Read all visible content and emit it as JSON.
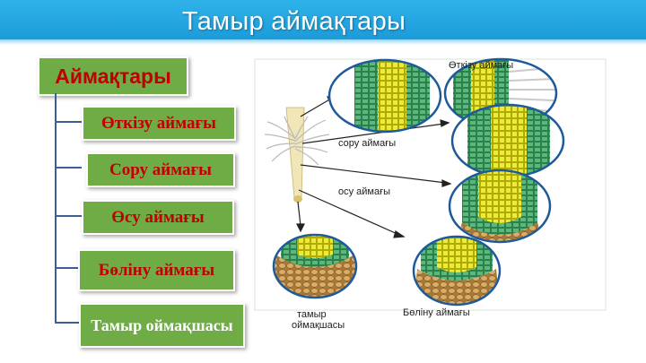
{
  "title": "Тамыр аймақтары",
  "root_label": "Аймақтары",
  "zones": [
    "Өткізу аймағы",
    "Сору аймағы",
    "Өсу аймағы",
    "Бөліну аймағы",
    "Тамыр оймақшасы"
  ],
  "figure_labels": {
    "conduction": "Өткізу аймағы",
    "absorption": "сору аймағы",
    "growth": "осу аймағы",
    "root_cap": "тамыр оймақшасы",
    "division": "Бөліну аймағы"
  },
  "colors": {
    "header": "#1fa3df",
    "box_fill": "#6fac46",
    "box_text": "#c00000",
    "connector": "#3e5c95"
  }
}
